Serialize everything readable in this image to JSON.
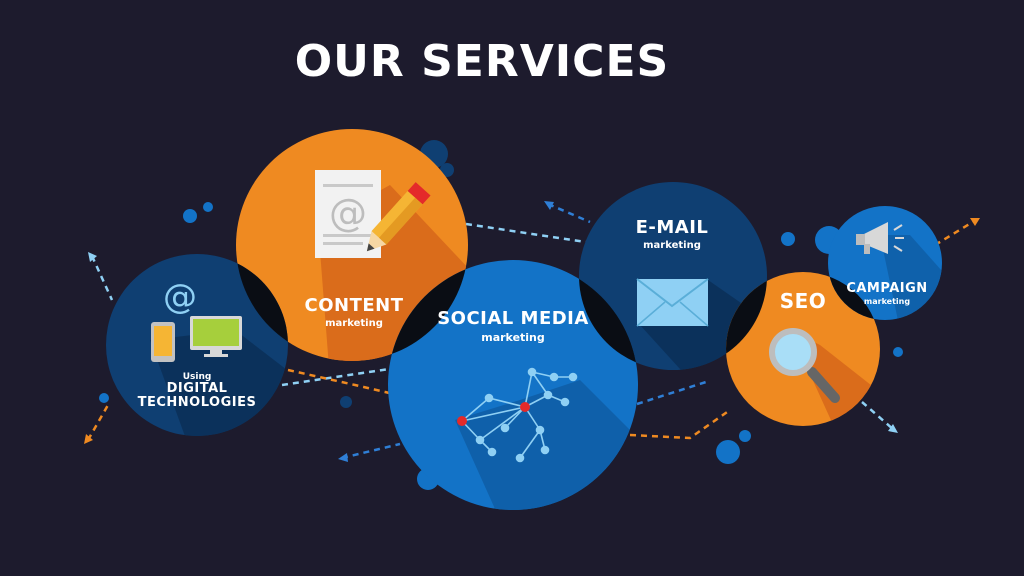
{
  "title": "OUR SERVICES",
  "colors": {
    "background": "#1d1b2d",
    "orange": "#ef8a21",
    "dark_blue": "#0f3f72",
    "mid_blue": "#1373c7",
    "accent_red": "#e42a2a",
    "light_blue": "#8fd0f4"
  },
  "services": {
    "digital": {
      "line1": "Using",
      "line2": "DIGITAL",
      "line3": "TECHNOLOGIES",
      "icon": "at-devices-icon"
    },
    "content": {
      "name": "CONTENT",
      "sub": "marketing",
      "icon": "document-pencil-icon"
    },
    "social": {
      "name": "SOCIAL MEDIA",
      "sub": "marketing",
      "icon": "network-icon"
    },
    "email": {
      "name": "E-MAIL",
      "sub": "marketing",
      "icon": "envelope-icon"
    },
    "seo": {
      "name": "SEO",
      "icon": "magnifier-icon"
    },
    "campaign": {
      "name": "CAMPAIGN",
      "sub": "marketing",
      "icon": "megaphone-icon"
    }
  }
}
